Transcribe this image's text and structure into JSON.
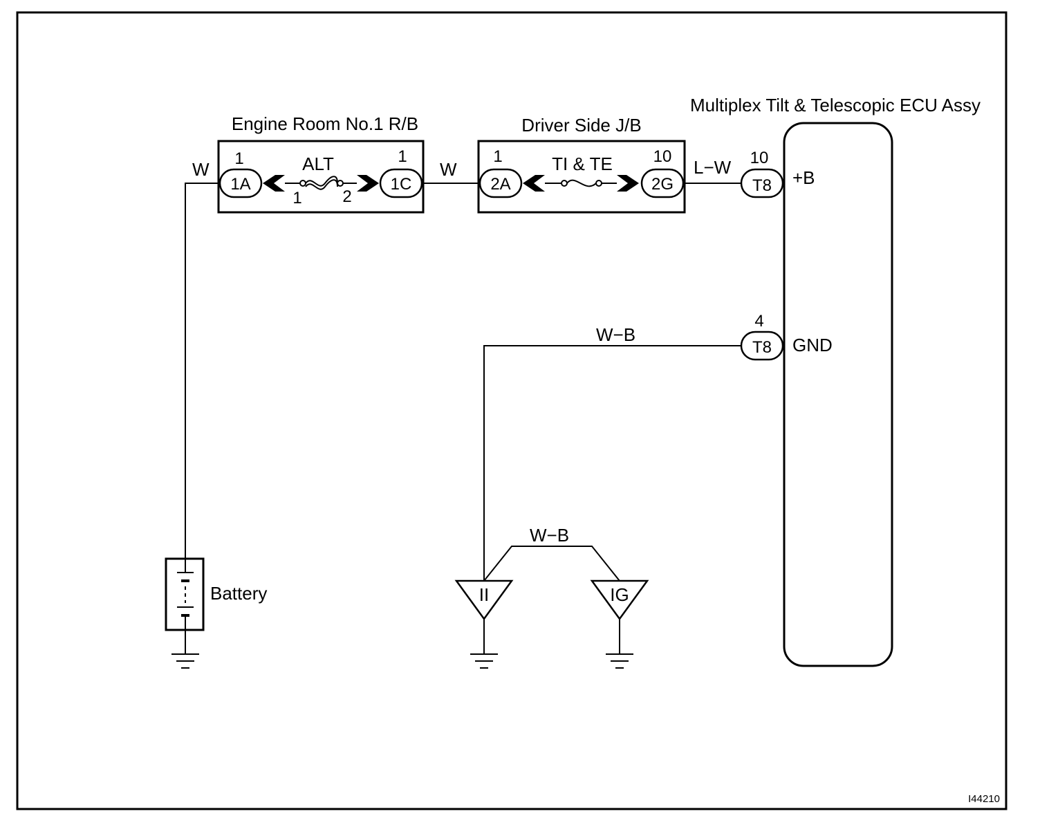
{
  "components": {
    "engine_room_rb": {
      "label": "Engine Room No.1 R/B",
      "fuse": "ALT",
      "fuse_pin_left": "1",
      "fuse_pin_right": "2",
      "left_connector": {
        "id": "1A",
        "pin": "1"
      },
      "right_connector": {
        "id": "1C",
        "pin": "1"
      }
    },
    "driver_side_jb": {
      "label": "Driver Side J/B",
      "fuse": "TI & TE",
      "left_connector": {
        "id": "2A",
        "pin": "1"
      },
      "right_connector": {
        "id": "2G",
        "pin": "10"
      }
    },
    "ecu": {
      "label": "Multiplex Tilt & Telescopic ECU Assy",
      "terminals": [
        {
          "name": "+B",
          "connector": "T8",
          "pin": "10"
        },
        {
          "name": "GND",
          "connector": "T8",
          "pin": "4"
        }
      ]
    },
    "battery": {
      "label": "Battery"
    },
    "grounds": [
      {
        "label": "II"
      },
      {
        "label": "IG"
      }
    ]
  },
  "wires": {
    "battery_to_rb": "W",
    "rb_to_jb": "W",
    "jb_to_ecu": "L−W",
    "ecu_gnd": "W−B",
    "ground_link": "W−B"
  },
  "figure_id": "I44210",
  "colors": {
    "line": "#000000",
    "background": "#ffffff"
  }
}
